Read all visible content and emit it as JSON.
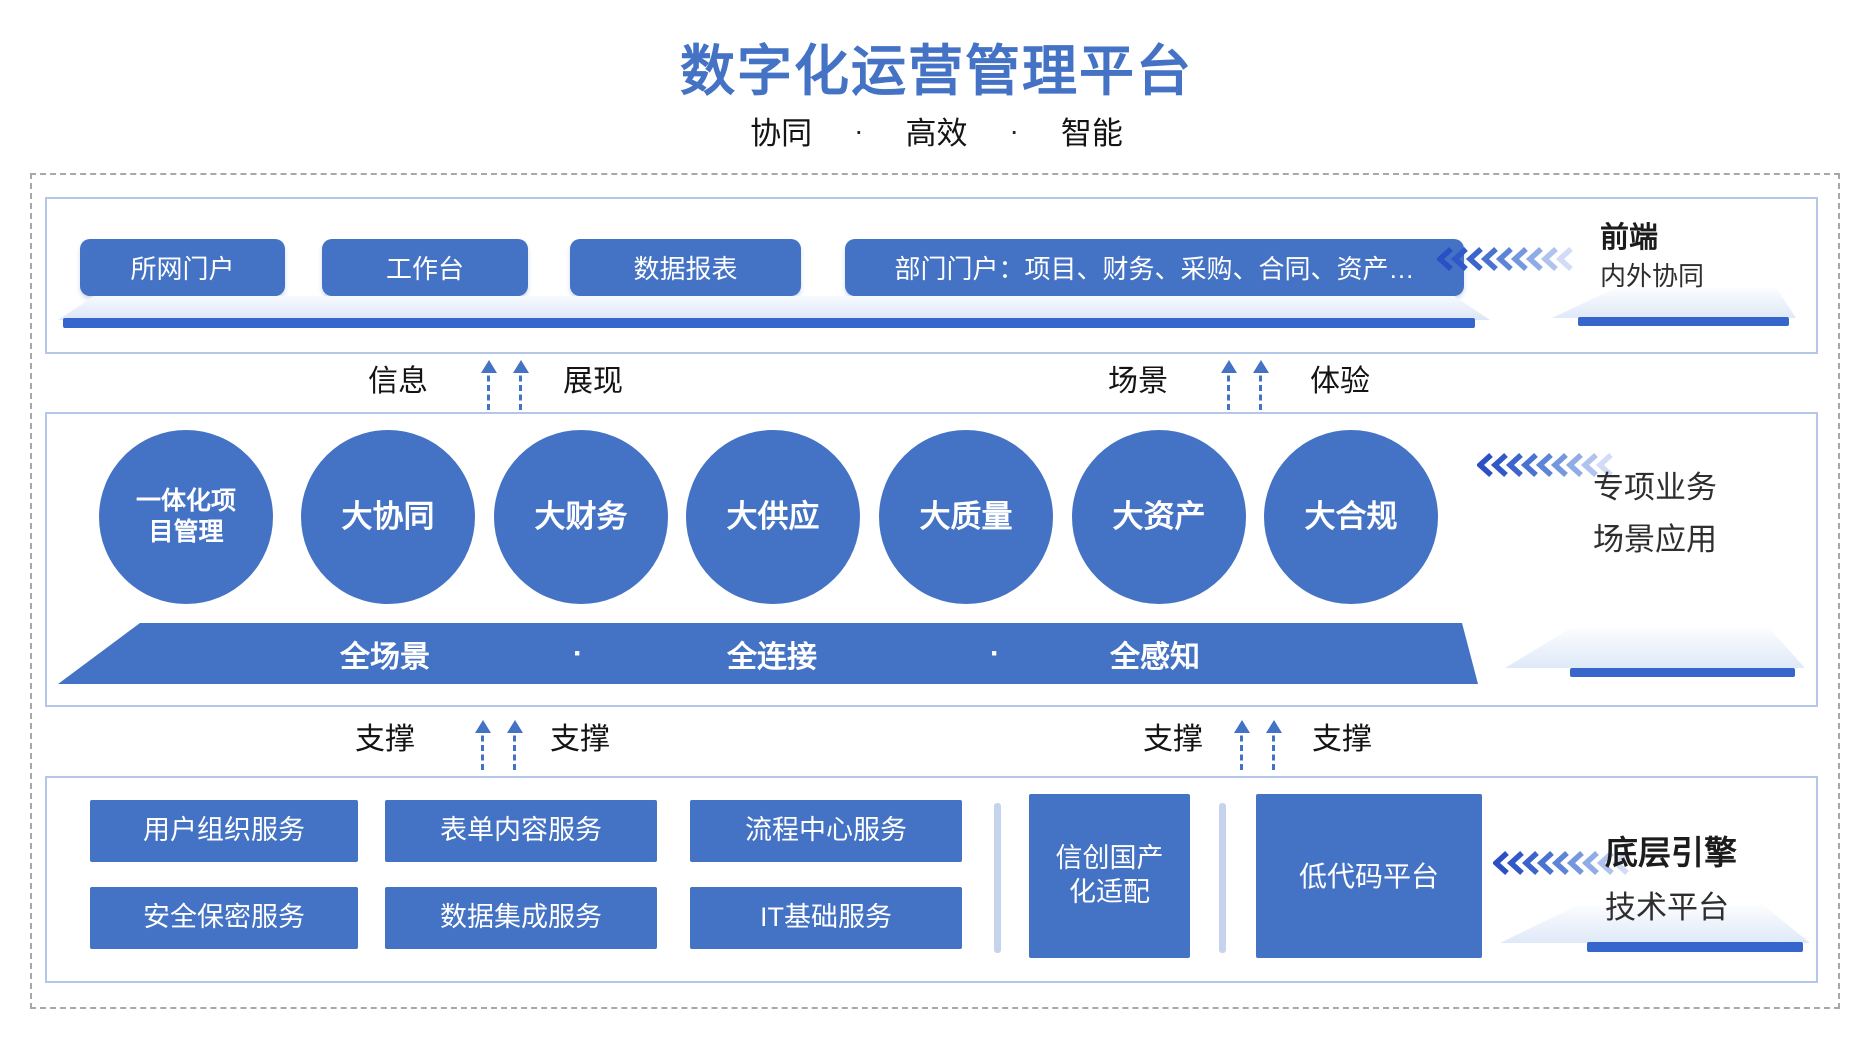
{
  "header": {
    "title": "数字化运营管理平台",
    "subtitle": {
      "parts": [
        "协同",
        "高效",
        "智能"
      ],
      "separator": "·"
    }
  },
  "colors": {
    "primary": "#4472C4",
    "accent_bar": "#3666CC",
    "section_border": "#B4C7E7",
    "outer_dashed_border": "#A8A8A8",
    "divider": "#C5D3EC",
    "chevron_gradient": [
      "#2B50C6",
      "#3058C9",
      "#3B64CC",
      "#4A73D1",
      "#5D84D7",
      "#7497DE",
      "#8FACE6",
      "#AFC3EE",
      "#D2DCF6"
    ]
  },
  "frontend_layer": {
    "boxes": [
      "所网门户",
      "工作台",
      "数据报表",
      "部门门户：项目、财务、采购、合同、资产…"
    ],
    "side_label": {
      "title": "前端",
      "subtitle": "内外协同"
    }
  },
  "connector_frontend": {
    "labels": [
      "信息",
      "展现",
      "场景",
      "体验"
    ]
  },
  "business_layer": {
    "circles": [
      "一体化项\n目管理",
      "大协同",
      "大财务",
      "大供应",
      "大质量",
      "大资产",
      "大合规"
    ],
    "banner": {
      "items": [
        "全场景",
        "全连接",
        "全感知"
      ],
      "separator": "·"
    },
    "side_label": {
      "title": "专项业务",
      "subtitle": "场景应用"
    }
  },
  "connector_engine": {
    "labels": [
      "支撑",
      "支撑",
      "支撑",
      "支撑"
    ]
  },
  "engine_layer": {
    "service_boxes": [
      "用户组织服务",
      "表单内容服务",
      "流程中心服务",
      "安全保密服务",
      "数据集成服务",
      "IT基础服务"
    ],
    "adaptation_box": "信创国产\n化适配",
    "lowcode_box": "低代码平台",
    "side_label": {
      "title": "底层引擎",
      "subtitle": "技术平台"
    }
  }
}
